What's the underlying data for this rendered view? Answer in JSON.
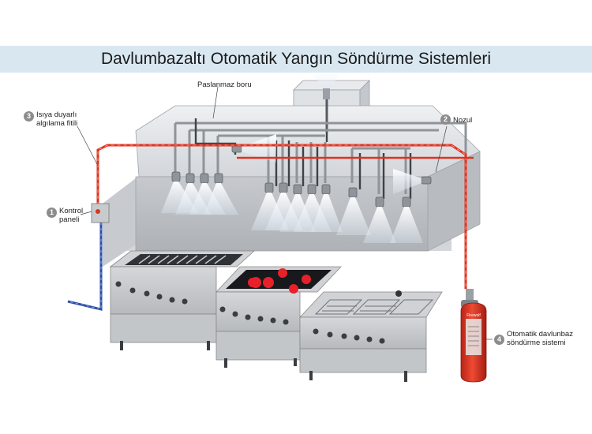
{
  "title": "Davlumbazaltı Otomatik Yangın Söndürme Sistemleri",
  "callouts": [
    {
      "number": "1",
      "lines": [
        "Kontrol",
        "paneli"
      ]
    },
    {
      "number": "2",
      "lines": [
        "Nozul"
      ]
    },
    {
      "number": "3",
      "lines": [
        "Isıya duyarlı",
        "algılama fitili"
      ]
    },
    {
      "number": "4",
      "lines": [
        "Otomatik davlunbaz",
        "söndürme sistemi"
      ]
    }
  ],
  "pipe_label": "Paslanmaz boru",
  "cylinder_brand": "Firewolf",
  "colors": {
    "title_band": "#d9e7f1",
    "detection_line": "#e0321e",
    "water_line": "#2c4fa8",
    "cylinder": "#d8321f",
    "hood": "#c9ccd0",
    "burner": "#e8202a"
  }
}
